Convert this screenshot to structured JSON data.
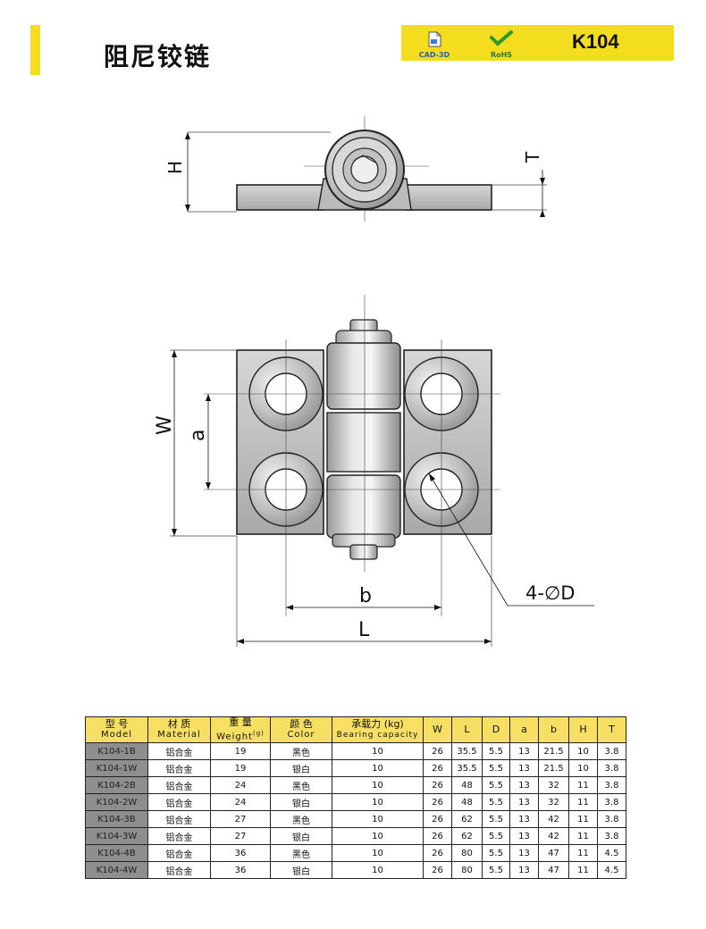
{
  "header": {
    "title": "阻尼铰链",
    "badges": {
      "cad": "CAD-3D",
      "rohs": "RoHS"
    },
    "model_code": "K104"
  },
  "drawing": {
    "labels": {
      "H": "H",
      "T": "T",
      "W": "W",
      "a": "a",
      "b": "b",
      "L": "L",
      "hole": "4-∅D"
    }
  },
  "table": {
    "headers": [
      {
        "cn": "型 号",
        "en": "Model"
      },
      {
        "cn": "材 质",
        "en": "Material"
      },
      {
        "cn": "重 量",
        "en": "Weight",
        "sup": "(g)"
      },
      {
        "cn": "颜 色",
        "en": "Color"
      },
      {
        "cn": "承载力 (kg)",
        "en": "Bearing capacity"
      },
      {
        "cn": "W",
        "en": ""
      },
      {
        "cn": "L",
        "en": ""
      },
      {
        "cn": "D",
        "en": ""
      },
      {
        "cn": "a",
        "en": ""
      },
      {
        "cn": "b",
        "en": ""
      },
      {
        "cn": "H",
        "en": ""
      },
      {
        "cn": "T",
        "en": ""
      }
    ],
    "rows": [
      [
        "K104-1B",
        "铝合金",
        "19",
        "黑色",
        "10",
        "26",
        "35.5",
        "5.5",
        "13",
        "21.5",
        "10",
        "3.8"
      ],
      [
        "K104-1W",
        "铝合金",
        "19",
        "银白",
        "10",
        "26",
        "35.5",
        "5.5",
        "13",
        "21.5",
        "10",
        "3.8"
      ],
      [
        "K104-2B",
        "铝合金",
        "24",
        "黑色",
        "10",
        "26",
        "48",
        "5.5",
        "13",
        "32",
        "11",
        "3.8"
      ],
      [
        "K104-2W",
        "铝合金",
        "24",
        "银白",
        "10",
        "26",
        "48",
        "5.5",
        "13",
        "32",
        "11",
        "3.8"
      ],
      [
        "K104-3B",
        "铝合金",
        "27",
        "黑色",
        "10",
        "26",
        "62",
        "5.5",
        "13",
        "42",
        "11",
        "3.8"
      ],
      [
        "K104-3W",
        "铝合金",
        "27",
        "银白",
        "10",
        "26",
        "62",
        "5.5",
        "13",
        "42",
        "11",
        "3.8"
      ],
      [
        "K104-4B",
        "铝合金",
        "36",
        "黑色",
        "10",
        "26",
        "80",
        "5.5",
        "13",
        "47",
        "11",
        "4.5"
      ],
      [
        "K104-4W",
        "铝合金",
        "36",
        "银白",
        "10",
        "26",
        "80",
        "5.5",
        "13",
        "47",
        "11",
        "4.5"
      ]
    ]
  },
  "colors": {
    "accent": "#f4dc1e",
    "header_cell": "#f6df63",
    "model_cell": "#8e8e8e"
  }
}
